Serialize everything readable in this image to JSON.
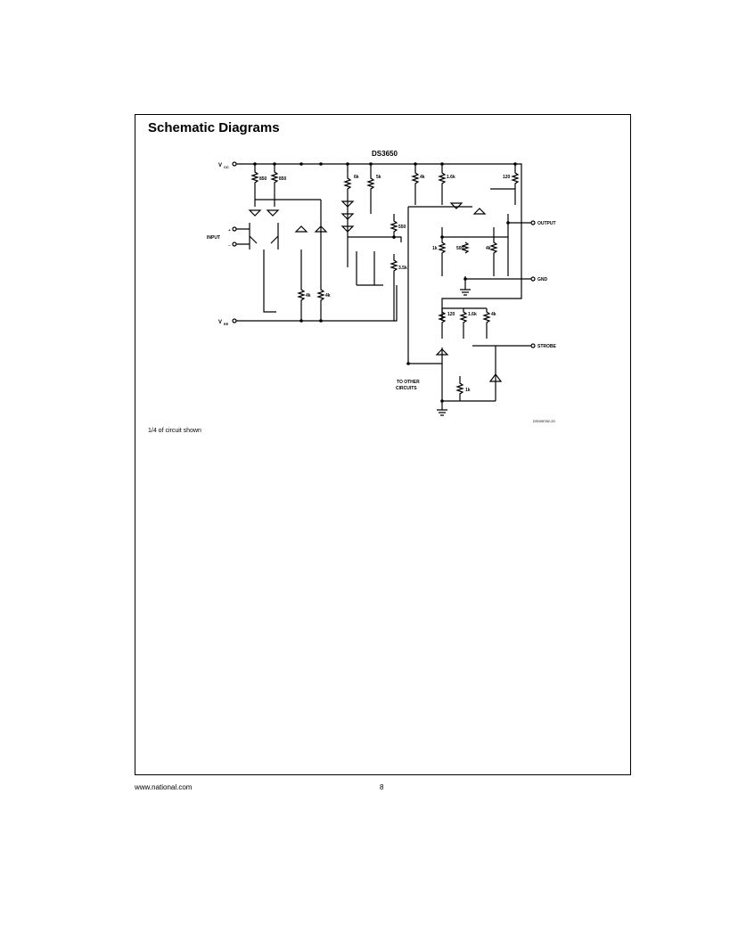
{
  "section": {
    "title": "Schematic Diagrams"
  },
  "schematic": {
    "title": "DS3650",
    "pins": {
      "vcc": "V",
      "vcc_sub": "CC",
      "vee": "V",
      "vee_sub": "EE",
      "input": "INPUT",
      "plus": "+",
      "minus": "−",
      "output": "OUTPUT",
      "gnd": "GND",
      "strobe": "STROBE",
      "other_line1": "TO OTHER",
      "other_line2": "CIRCUITS"
    },
    "resistors": {
      "r850a": "850",
      "r850b": "850",
      "r6k": "6k",
      "r5k": "5k",
      "r4k_top": "4k",
      "r1_6k_top": "1.6k",
      "r120_top": "120",
      "r550": "550",
      "r3_5k": "3.5k",
      "r1k_mid": "1k",
      "r500": "500",
      "r4k_mid": "4k",
      "r4k_left_a": "4k",
      "r4k_left_b": "4k",
      "r120_bot": "120",
      "r1_6k_bot": "1.6k",
      "r4k_bot": "4k",
      "r1k_bot": "1k"
    },
    "ref_code": "DS005782-20"
  },
  "caption": "1/4 of circuit shown",
  "footer": {
    "url": "www.national.com",
    "page": "8"
  }
}
